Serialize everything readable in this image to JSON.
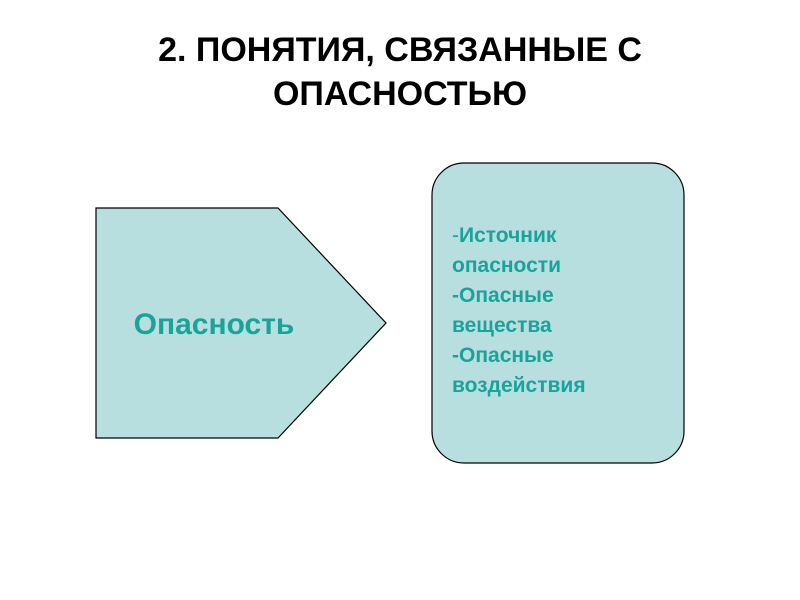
{
  "slide": {
    "title": "2. ПОНЯТИЯ, СВЯЗАННЫЕ С\nОПАСНОСТЬЮ",
    "main_concept": "Опасность",
    "related_items": [
      {
        "dash": "-",
        "text": "Источник\nопасности"
      },
      {
        "dash": "-",
        "text": "Опасные\nвещества"
      },
      {
        "dash": "-",
        "text": "Опасные\nвоздействия"
      }
    ]
  },
  "colors": {
    "shape_fill": "#b7dfe0",
    "shape_stroke": "#000000",
    "text_accent": "#1aa39a",
    "title_color": "#000000"
  }
}
